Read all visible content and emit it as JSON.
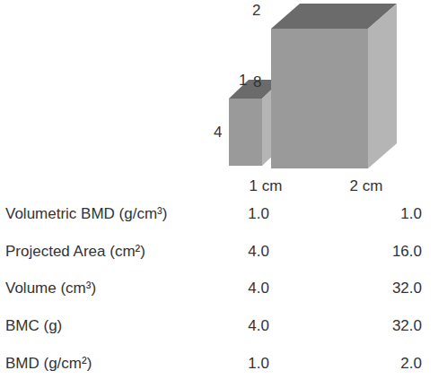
{
  "diagram": {
    "labels": [
      "1",
      "4",
      "1 cm",
      "2",
      "8",
      "2 cm",
      "Volumetric BMD (g/cm³)",
      "1.0",
      "1.0",
      "Projected Area (cm²)",
      "4.0",
      "16.0",
      "Volume (cm³)",
      "4.0",
      "32.0",
      "BMC (g)",
      "4.0",
      "32.0",
      "BMD (g/cm²)",
      "1.0",
      "2.0"
    ]
  }
}
